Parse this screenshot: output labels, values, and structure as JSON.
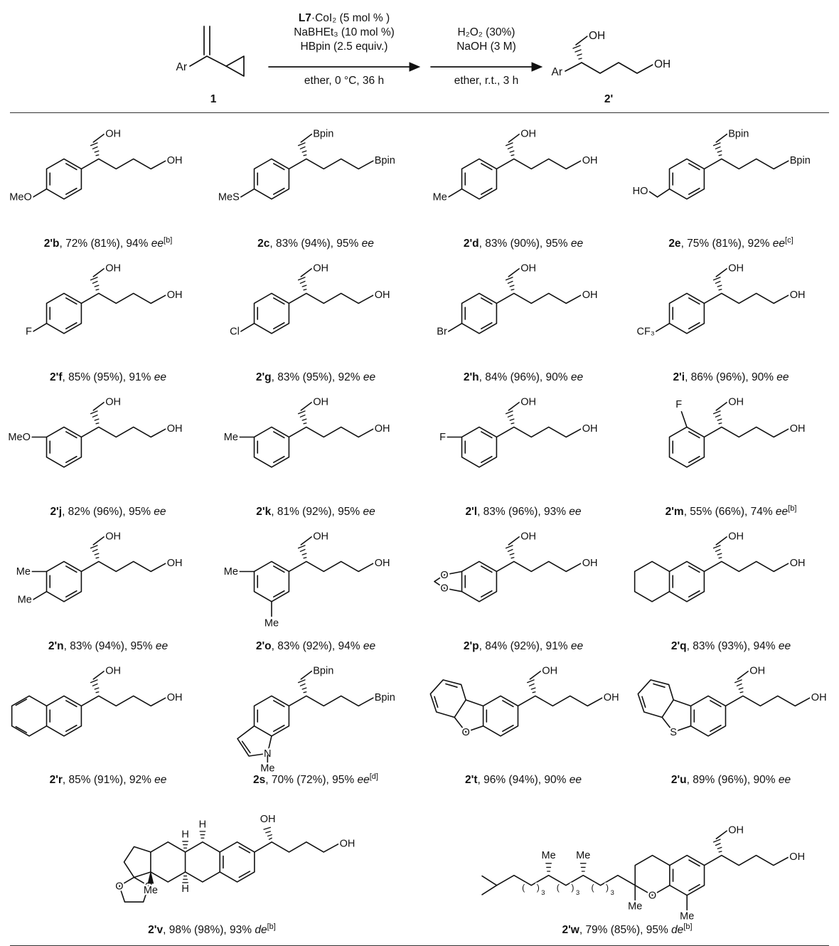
{
  "scheme": {
    "substrate": {
      "ar": "Ar",
      "number": "1"
    },
    "step1": {
      "line1_bold": "L7",
      "line1_rest": "·CoI₂ (5 mol % )",
      "line2": "NaBHEt₃ (10 mol %)",
      "line3": "HBpin (2.5 equiv.)",
      "below": "ether, 0 °C, 36 h"
    },
    "step2": {
      "line1": "H₂O₂ (30%)",
      "line2": "NaOH (3 M)",
      "below": "ether, r.t., 3 h"
    },
    "product": {
      "ar": "Ar",
      "number": "2'",
      "oh_top": "OH",
      "oh_right": "OH"
    }
  },
  "common": {
    "rep_open": "(",
    "rep_close": ")",
    "rep_sub": "3"
  },
  "compounds": [
    {
      "id": "2'b",
      "stats": ", 72% (81%), 94% ",
      "stereo": "ee",
      "note": "[b]",
      "labels": {
        "sub": "MeO",
        "top": "OH",
        "end": "OH"
      }
    },
    {
      "id": "2c",
      "stats": ", 83% (94%), 95% ",
      "stereo": "ee",
      "note": "",
      "labels": {
        "sub": "MeS",
        "top": "Bpin",
        "end": "Bpin"
      }
    },
    {
      "id": "2'd",
      "stats": ", 83% (90%), 95% ",
      "stereo": "ee",
      "note": "",
      "labels": {
        "sub": "Me",
        "top": "OH",
        "end": "OH"
      }
    },
    {
      "id": "2e",
      "stats": ", 75% (81%), 92% ",
      "stereo": "ee",
      "note": "[c]",
      "labels": {
        "sub": "HO",
        "top": "Bpin",
        "end": "Bpin"
      }
    },
    {
      "id": "2'f",
      "stats": ", 85% (95%), 91% ",
      "stereo": "ee",
      "note": "",
      "labels": {
        "sub": "F",
        "top": "OH",
        "end": "OH"
      }
    },
    {
      "id": "2'g",
      "stats": ", 83% (95%), 92% ",
      "stereo": "ee",
      "note": "",
      "labels": {
        "sub": "Cl",
        "top": "OH",
        "end": "OH"
      }
    },
    {
      "id": "2'h",
      "stats": ", 84% (96%), 90% ",
      "stereo": "ee",
      "note": "",
      "labels": {
        "sub": "Br",
        "top": "OH",
        "end": "OH"
      }
    },
    {
      "id": "2'i",
      "stats": ", 86% (96%), 90% ",
      "stereo": "ee",
      "note": "",
      "labels": {
        "sub": "CF₃",
        "top": "OH",
        "end": "OH"
      }
    },
    {
      "id": "2'j",
      "stats": ", 82% (96%), 95% ",
      "stereo": "ee",
      "note": "",
      "labels": {
        "sub": "MeO",
        "top": "OH",
        "end": "OH"
      }
    },
    {
      "id": "2'k",
      "stats": ", 81% (92%), 95% ",
      "stereo": "ee",
      "note": "",
      "labels": {
        "sub": "Me",
        "top": "OH",
        "end": "OH"
      }
    },
    {
      "id": "2'l",
      "stats": ", 83% (96%), 93% ",
      "stereo": "ee",
      "note": "",
      "labels": {
        "sub": "F",
        "top": "OH",
        "end": "OH"
      }
    },
    {
      "id": "2'm",
      "stats": ", 55% (66%), 74% ",
      "stereo": "ee",
      "note": "[b]",
      "labels": {
        "sub": "F",
        "top": "OH",
        "end": "OH"
      }
    },
    {
      "id": "2'n",
      "stats": ", 83% (94%), 95% ",
      "stereo": "ee",
      "note": "",
      "labels": {
        "sub1": "Me",
        "sub2": "Me",
        "top": "OH",
        "end": "OH"
      }
    },
    {
      "id": "2'o",
      "stats": ", 83% (92%), 94% ",
      "stereo": "ee",
      "note": "",
      "labels": {
        "sub1": "Me",
        "sub2": "Me",
        "top": "OH",
        "end": "OH"
      }
    },
    {
      "id": "2'p",
      "stats": ", 84% (92%), 91% ",
      "stereo": "ee",
      "note": "",
      "labels": {
        "o1": "O",
        "o2": "O",
        "top": "OH",
        "end": "OH"
      }
    },
    {
      "id": "2'q",
      "stats": ", 83% (93%), 94% ",
      "stereo": "ee",
      "note": "",
      "labels": {
        "top": "OH",
        "end": "OH"
      }
    },
    {
      "id": "2'r",
      "stats": ", 85% (91%), 92% ",
      "stereo": "ee",
      "note": "",
      "labels": {
        "top": "OH",
        "end": "OH"
      }
    },
    {
      "id": "2s",
      "stats": ", 70% (72%), 95% ",
      "stereo": "ee",
      "note": "[d]",
      "labels": {
        "n": "N",
        "nme": "Me",
        "top": "Bpin",
        "end": "Bpin"
      }
    },
    {
      "id": "2't",
      "stats": ", 96% (94%), 90% ",
      "stereo": "ee",
      "note": "",
      "labels": {
        "o": "O",
        "top": "OH",
        "end": "OH"
      }
    },
    {
      "id": "2'u",
      "stats": ", 89% (96%), 90% ",
      "stereo": "ee",
      "note": "",
      "labels": {
        "s": "S",
        "top": "OH",
        "end": "OH"
      }
    },
    {
      "id": "2'v",
      "stats": ", 98% (98%), 93% ",
      "stereo": "de",
      "note": "[b]",
      "labels": {
        "top": "OH",
        "end": "OH",
        "o1": "O",
        "o2": "O",
        "me": "Me",
        "h1": "H",
        "h2": "H",
        "h3": "H"
      }
    },
    {
      "id": "2'w",
      "stats": ", 79% (85%), 95% ",
      "stereo": "de",
      "note": "[b]",
      "labels": {
        "top": "OH",
        "end": "OH",
        "o": "O",
        "me_ring": "Me",
        "me_c2": "Me",
        "me_t1": "Me",
        "me_t2": "Me"
      }
    }
  ]
}
